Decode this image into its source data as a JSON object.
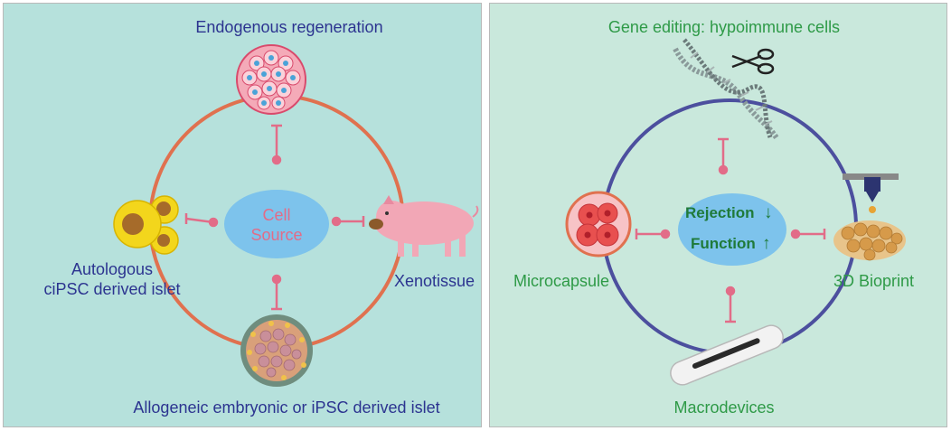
{
  "left_panel": {
    "top_label": "Endogenous regeneration",
    "center_line1": "Cell",
    "center_line2": "Source",
    "left_label_line1": "Autologous",
    "left_label_line2": "ciPSC derived islet",
    "right_label": "Xenotissue",
    "bottom_label": "Allogeneic embryonic or iPSC derived islet",
    "colors": {
      "background": "#b6e1dc",
      "ring": "#e0714f",
      "center": "#7dc3ec",
      "text": "#2c3490",
      "connector": "#e26c88"
    }
  },
  "right_panel": {
    "top_label": "Gene editing: hypoimmune cells",
    "center_line1": "Rejection",
    "center_arrow1": "↓",
    "center_line2": "Function",
    "center_arrow2": "↑",
    "left_label": "Microcapsule",
    "right_label": "3D Bioprint",
    "bottom_label": "Macrodevices",
    "colors": {
      "background": "#c9e8dc",
      "ring": "#4c4f9e",
      "center": "#7dc3ec",
      "text": "#2e9a47",
      "connector": "#e26c88"
    }
  }
}
